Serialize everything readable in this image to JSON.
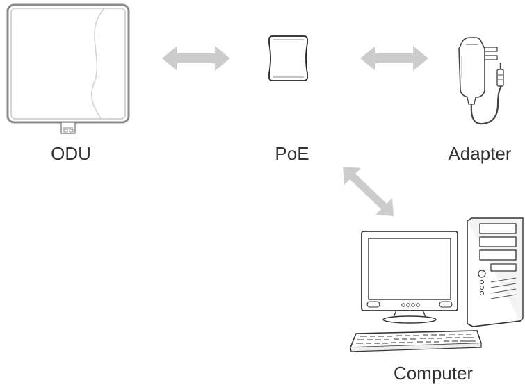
{
  "labels": {
    "odu": "ODU",
    "poe": "PoE",
    "adapter": "Adapter",
    "computer": "Computer"
  },
  "colors": {
    "arrow": "#cccccc",
    "outline": "#555555",
    "label": "#333333",
    "device_fill": "#ffffff"
  },
  "icons": {
    "odu": "outdoor-unit-icon",
    "poe": "poe-injector-icon",
    "adapter": "power-adapter-icon",
    "computer": "desktop-computer-icon",
    "connections": [
      "double-arrow-icon",
      "double-arrow-icon",
      "double-arrow-icon"
    ]
  }
}
